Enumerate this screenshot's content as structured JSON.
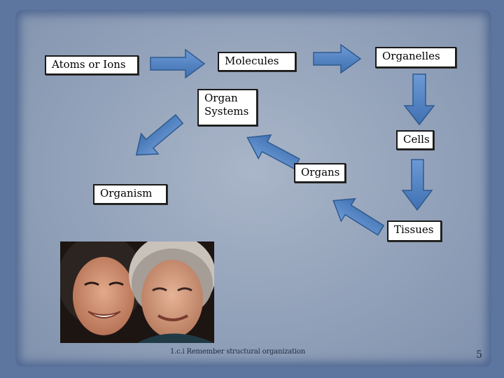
{
  "boxes": {
    "atoms": "Atoms or Ions",
    "molecules": "Molecules",
    "organelles": "Organelles",
    "organ_systems_line1": "Organ",
    "organ_systems_line2": "Systems",
    "cells": "Cells",
    "organs": "Organs",
    "organism": "Organism",
    "tissues": "Tissues"
  },
  "footer": "1.c.i Remember structural organization",
  "page_number": "5",
  "colors": {
    "arrow_fill": "#4f81bd",
    "arrow_stroke": "#2f5a8e",
    "background": "#5d76a0"
  }
}
